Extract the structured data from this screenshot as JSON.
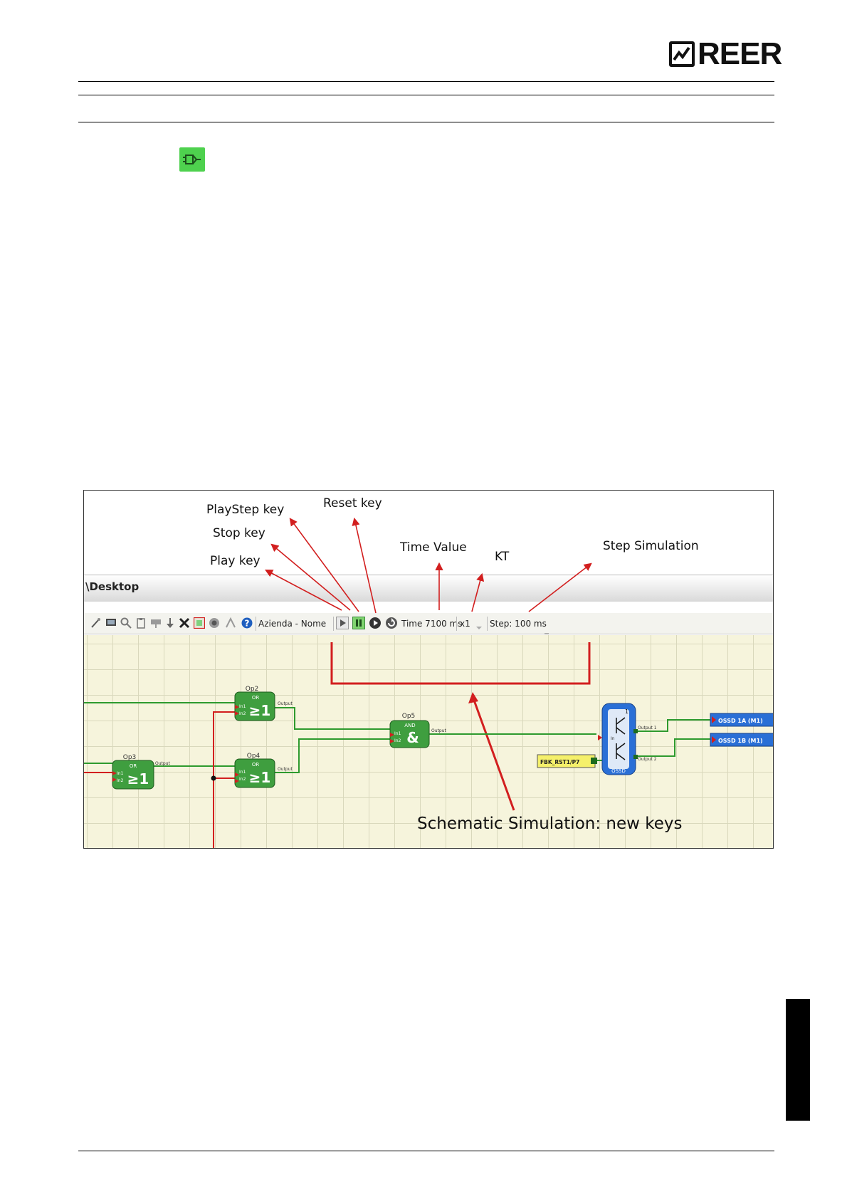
{
  "logo": {
    "text": "REER"
  },
  "figure": {
    "callouts": {
      "playstep": "PlayStep key",
      "reset": "Reset key",
      "stop": "Stop key",
      "time_value": "Time Value",
      "kt": "KT",
      "step_simulation": "Step Simulation",
      "play": "Play key"
    },
    "window_title": "\\Desktop",
    "toolbar": {
      "company": "Azienda - Nome",
      "time": "Time 7100 ms",
      "kt_value": "x1",
      "step": "Step: 100 ms"
    },
    "blocks": {
      "op2": {
        "name": "Op2",
        "type": "OR",
        "symbol": "≥1",
        "in1": "In1",
        "in2": "In2",
        "output": "Output"
      },
      "op3": {
        "name": "Op3",
        "type": "OR",
        "symbol": "≥1",
        "in1": "In1",
        "in2": "In2",
        "output": "Output"
      },
      "op4": {
        "name": "Op4",
        "type": "OR",
        "symbol": "≥1",
        "in1": "In1",
        "in2": "In2",
        "output": "Output"
      },
      "op5": {
        "name": "Op5",
        "type": "AND",
        "symbol": "&",
        "in1": "In1",
        "in2": "In2",
        "output": "Output"
      },
      "ossd": {
        "number": "1",
        "name": "OSSD",
        "in": "In",
        "output1": "Output 1",
        "output2": "Output 2"
      },
      "fbk": "FBK_RST1/P7",
      "ossd1a": "OSSD 1A (M1)",
      "ossd1b": "OSSD 1B (M1)"
    },
    "caption": "Schematic Simulation: new keys"
  },
  "colors": {
    "accent_green": "#4ed14e",
    "annotation_red": "#d21f1f",
    "wire_green": "#2e9a2e",
    "ossd_blue": "#2a6fd6",
    "fbk_yellow": "#f5f06a"
  }
}
